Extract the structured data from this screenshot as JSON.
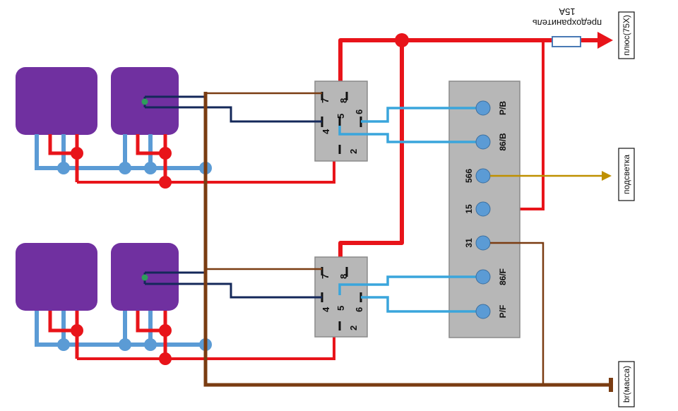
{
  "fuse": {
    "label": "предохранитель",
    "rating": "15A"
  },
  "terminals": {
    "plus": "плюс(75X)",
    "backlight": "подсветка",
    "ground": "br(масса)"
  },
  "relay_pins": {
    "p7": "7",
    "p8": "8",
    "p4": "4",
    "p5": "5",
    "p6": "6",
    "p2": "2"
  },
  "connector_pins": [
    "P/B",
    "86/B",
    "566",
    "15",
    "31",
    "86/F",
    "P/F"
  ],
  "colors": {
    "power": "#e8141a",
    "ground": "#7a3c12",
    "signal_blue": "#3aa5dc",
    "lamp_blue": "#5b9bd5",
    "navy": "#14285a",
    "backlight": "#bf9000",
    "lamp": "#7030a0",
    "box": "#b7b7b7"
  }
}
